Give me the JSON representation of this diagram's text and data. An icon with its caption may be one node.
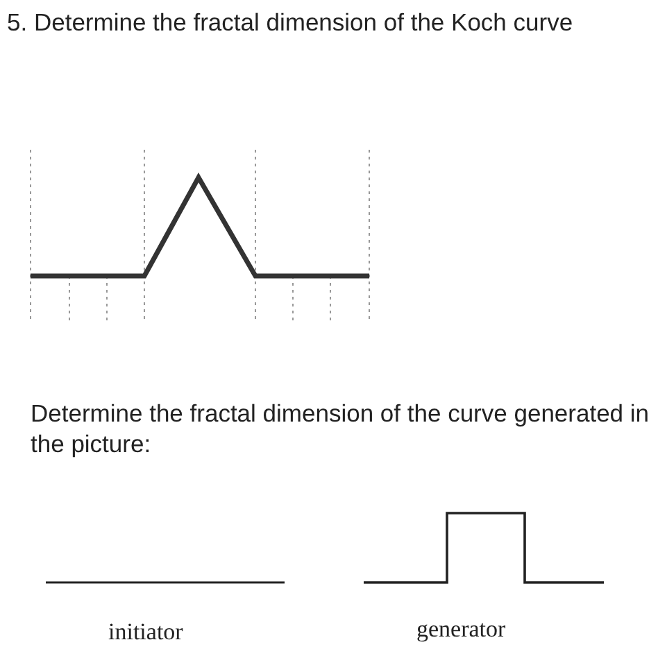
{
  "diagram": {
    "labels": [
      "5. Determine the fractal dimension of the Koch curve",
      "Determine the fractal dimension of the curve generated in the picture:",
      "initiator",
      "generator"
    ]
  }
}
